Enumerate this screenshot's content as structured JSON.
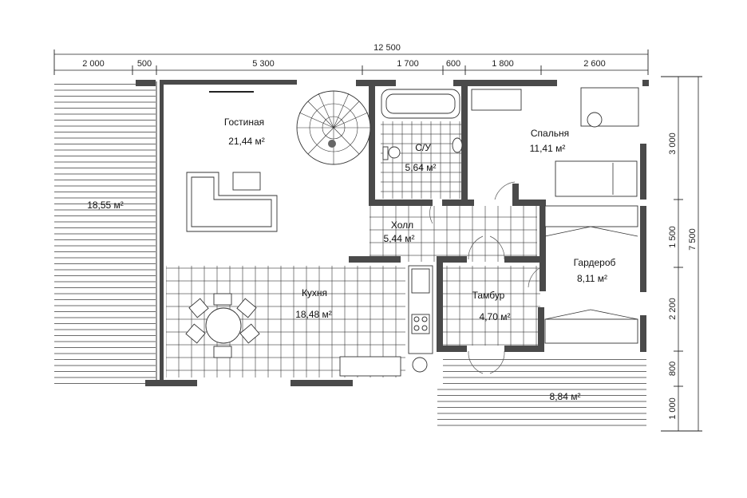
{
  "dimensions": {
    "total_width": "12 500",
    "total_height": "7 500",
    "top_segments": [
      "2 000",
      "500",
      "5 300",
      "1 700",
      "600",
      "1 800",
      "2 600"
    ],
    "right_segments": [
      "3 000",
      "1 500",
      "2 200",
      "800",
      "1 000"
    ]
  },
  "rooms": {
    "living": {
      "name": "Гостиная",
      "area": "21,44 м²"
    },
    "bath": {
      "name": "С/У",
      "area": "5,64 м²"
    },
    "bedroom": {
      "name": "Спальня",
      "area": "11,41 м²"
    },
    "hall": {
      "name": "Холл",
      "area": "5,44 м²"
    },
    "wardrobe": {
      "name": "Гардероб",
      "area": "8,11 м²"
    },
    "kitchen": {
      "name": "Кухня",
      "area": "18,48 м²"
    },
    "vestibule": {
      "name": "Тамбур",
      "area": "4,70 м²"
    },
    "terrace_left": {
      "area": "18,55 м²"
    },
    "terrace_bottom": {
      "area": "8,84 м²"
    }
  }
}
